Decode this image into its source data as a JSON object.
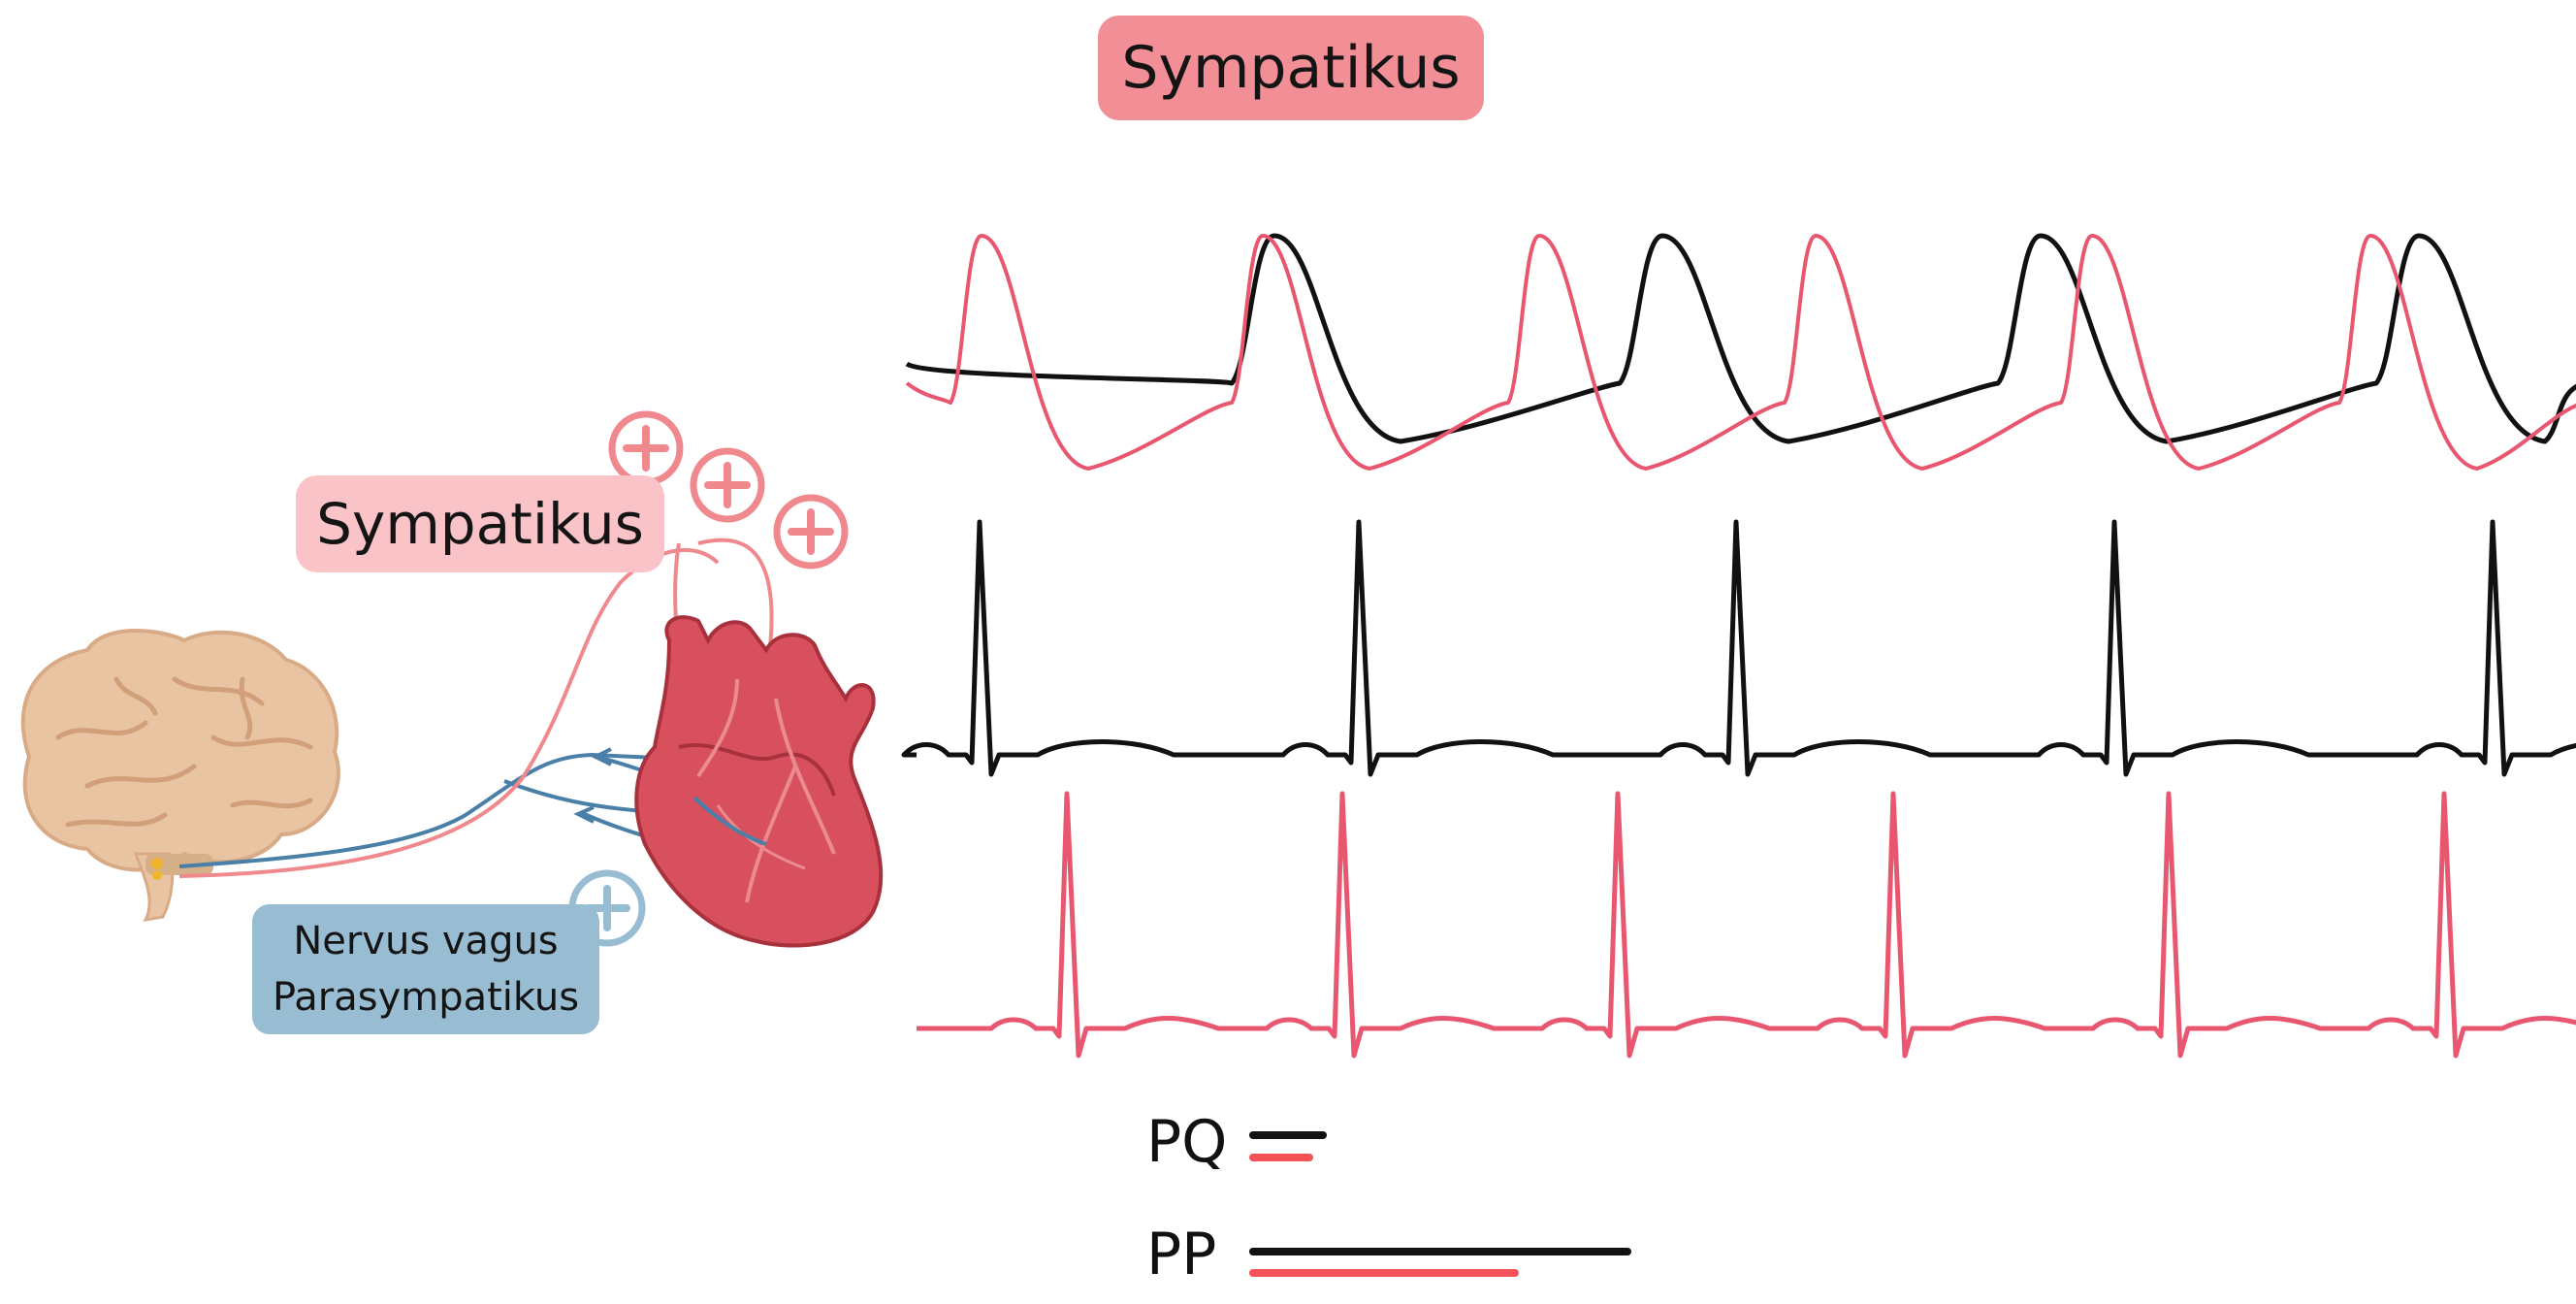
{
  "title": "Sympatikus",
  "sympathetic_label": "Sympatikus",
  "vagus_label": {
    "line1": "Nervus vagus",
    "line2": "Parasympatikus"
  },
  "interval_labels": {
    "pq": "PQ",
    "pp": "PP"
  },
  "colors": {
    "sympathetic": "#e8566f",
    "baseline": "#111111",
    "vagus": "#4a7fa8",
    "title_bg": "#f28f96",
    "symp_label_bg": "#fac3c8",
    "vagus_label_bg": "#98bdd3",
    "interval_symp": "#f25258",
    "heart": "#d8505e",
    "brain": "#e9c4a3"
  },
  "icons": {
    "plus": "plus-circle-icon",
    "heart": "heart-icon",
    "brain": "brain-icon"
  }
}
